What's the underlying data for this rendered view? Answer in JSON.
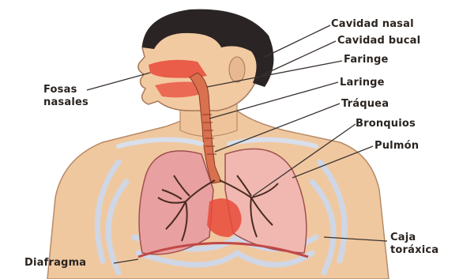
{
  "labels": {
    "cavidad_nasal": "Cavidad nasal",
    "cavidad_bucal": "Cavidad bucal",
    "faringe": "Faringe",
    "laringe": "Laringe",
    "traquea": "Tráquea",
    "bronquios": "Bronquios",
    "pulmon": "Pulmón",
    "fosas_nasales_1": "Fosas",
    "fosas_nasales_2": "nasales",
    "diafragma": "Diafragma",
    "caja_toracica_1": "Caja",
    "caja_toracica_2": "toráxica"
  },
  "colors": {
    "skin": "#f0c8a0",
    "hair": "#2b2424",
    "lung": "#e8a0a0",
    "airway": "#e84a3a",
    "bronchi": "#4a2a20",
    "ribs": "#cfd7e6",
    "label_line": "#3a3330"
  }
}
